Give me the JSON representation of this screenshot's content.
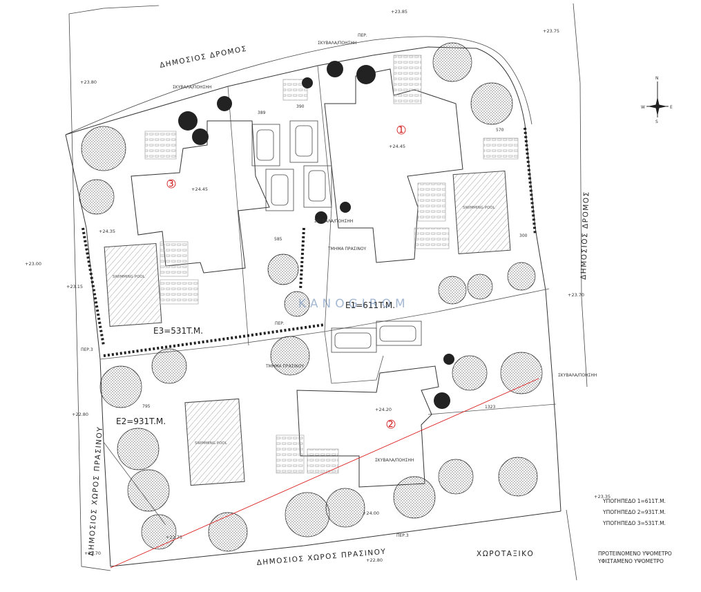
{
  "roads": {
    "north": "ΔΗΜΟΣΙΟΣ ΔΡΟΜΟΣ",
    "east": "ΔΗΜΟΣΙΟΣ ΔΡΟΜΟΣ",
    "west": "ΔΗΜΟΣΙΟΣ ΧΩΡΟΣ ΠΡΑΣΙΝΟΥ",
    "south": "ΔΗΜΟΣΙΟΣ ΧΩΡΟΣ ΠΡΑΣΙΝΟΥ"
  },
  "plots": {
    "p1": {
      "marker": "1",
      "area": "E1=611T.M.",
      "level": "+24.45"
    },
    "p2": {
      "marker": "2",
      "area": "E2=931T.M.",
      "level": "+24.20"
    },
    "p3": {
      "marker": "3",
      "area": "E3=531T.M.",
      "level": "+24.45"
    }
  },
  "levels": {
    "l1": "+23.85",
    "l2": "+23.75",
    "l3": "+23.80",
    "l4": "+23.00",
    "l5": "+23.15",
    "l6": "+24.35",
    "l7": "+23.70",
    "l8": "+22.80",
    "l9": "+22.70",
    "l10": "+22.80",
    "l11": "+24.00",
    "l12": "+23.35",
    "l13": "+22.75"
  },
  "labels": {
    "pool": "SWIMMING POOL",
    "outdoor_unit": "ΣΚΥΒΑΛΑ/ΠΟΗΣΗΗ",
    "per": "ΠΕΡ.",
    "per3": "ΠΕΡ.3",
    "green": "ΤΜΗΜΑ ΠΡΑΣΙΝΟΥ"
  },
  "dims": {
    "d389": "389",
    "d390": "390",
    "d570": "570",
    "d300": "300",
    "d795": "795",
    "d1323": "1323",
    "d585": "585"
  },
  "legend": {
    "line1": "ΥΠΟΓΗΠΕΔΟ 1=611Τ.Μ.",
    "line2": "ΥΠΟΓΗΠΕΔΟ 2=931Τ.Μ.",
    "line3": "ΥΠΟΓΗΠΕΔΟ 3=531Τ.Μ."
  },
  "title": "ΧΩΡΟΤΑΞΙΚΟ",
  "notes": {
    "proposed": "ΠΡΟΤΕΙΝΟΜΕΝΟ ΥΨΟΜΕΤΡΟ",
    "existing": "ΥΦΙΣΤΑΜΕΝΟ ΥΨΟΜΕΤΡΟ"
  },
  "compass": {
    "n": "N",
    "s": "S",
    "e": "E",
    "w": "W"
  },
  "watermark": "KANOGIROM"
}
